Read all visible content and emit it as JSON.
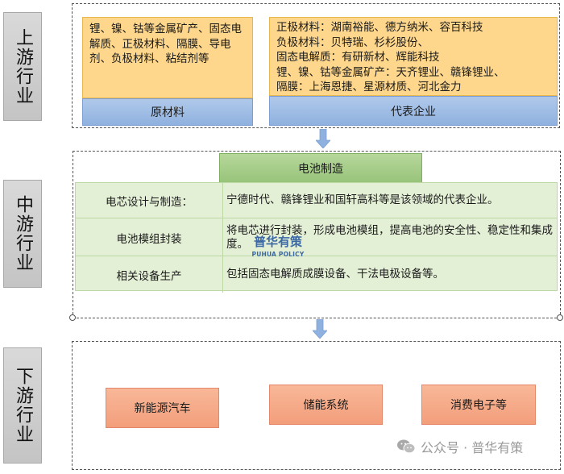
{
  "upstream": {
    "stage_label": "上游行业",
    "materials_text": "锂、镍、钴等金属矿产、固态电解质、正极材料、隔膜、导电剂、负极材料、粘结剂等",
    "materials_header": "原材料",
    "companies_lines": [
      "正极材料：湖南裕能、德方纳米、容百科技",
      "负极材料：贝特瑞、杉杉股份、",
      "固态电解质：有研新材、辉能科技",
      "锂、镍、钴等金属矿产：天齐锂业、赣锋锂业、",
      "隔膜：上海恩捷、星源材质、河北金力"
    ],
    "companies_header": "代表企业"
  },
  "midstream": {
    "stage_label": "中游行业",
    "header": "电池制造",
    "rows": [
      {
        "label": "电芯设计与制造：",
        "desc": "宁德时代、赣锋锂业和国轩高科等是该领域的代表企业。"
      },
      {
        "label": "电池模组封装",
        "desc": "将电芯进行封装，形成电池模组，提高电池的安全性、稳定性和集成度。"
      },
      {
        "label": "相关设备生产",
        "desc": "包括固态电解质成膜设备、干法电极设备等。"
      }
    ],
    "logo": {
      "name": "普华有策",
      "sub": "PUHUA POLICY"
    }
  },
  "downstream": {
    "stage_label": "下游行业",
    "items": [
      "新能源汽车",
      "储能系统",
      "消费电子等"
    ]
  },
  "watermark": {
    "icon": "wechat-icon",
    "text": "公众号 · 普华有策"
  },
  "colors": {
    "orange": "#ffd78c",
    "blue": "#9dbce4",
    "green": "#a8ce8a",
    "light_green": "#e4f0d6",
    "salmon": "#f5a886",
    "gray": "#cfcfcf"
  }
}
